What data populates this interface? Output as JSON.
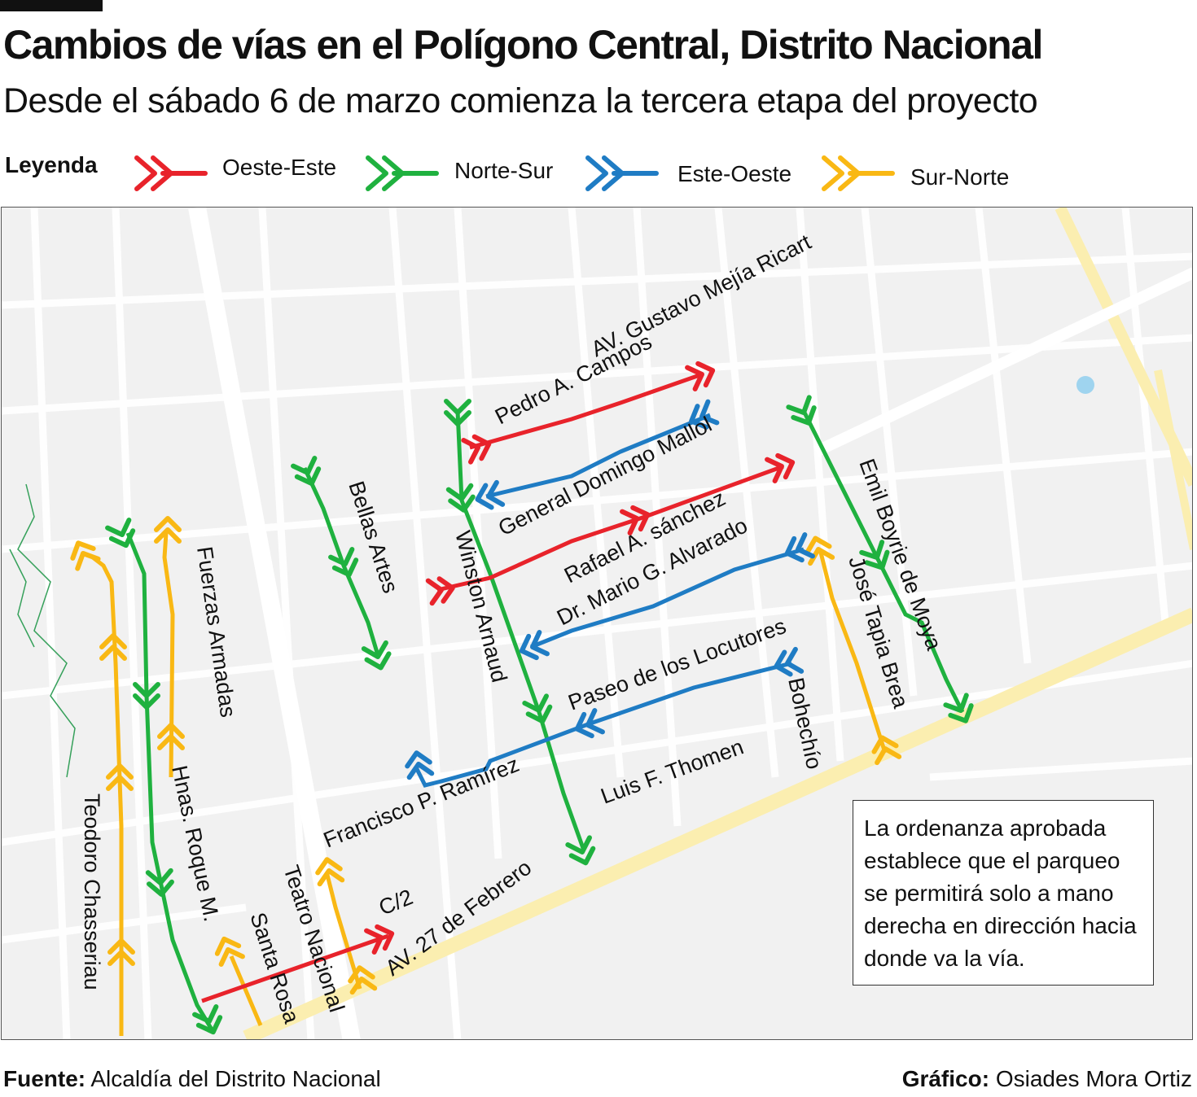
{
  "header": {
    "title": "Cambios de vías en el Polígono Central, Distrito Nacional",
    "subtitle": "Desde el sábado 6 de marzo comienza la tercera etapa del proyecto"
  },
  "legend": {
    "title": "Leyenda",
    "items": [
      {
        "label": "Oeste-Este",
        "color": "#e8232b"
      },
      {
        "label": "Norte-Sur",
        "color": "#1fb13f"
      },
      {
        "label": "Este-Oeste",
        "color": "#1f7cc4"
      },
      {
        "label": "Sur-Norte",
        "color": "#f9b814"
      }
    ]
  },
  "streets": {
    "gustavo": "AV. Gustavo Mejía Ricart",
    "pedro": "Pedro A. Campos",
    "mallol": "General Domingo Mallol",
    "rafael": "Rafael A. sánchez",
    "alvarado": "Dr. Mario G. Alvarado",
    "locutores": "Paseo de los Locutores",
    "thomen": "Luis F. Thomen",
    "francisco": "Francisco P. Ramírez",
    "c2": "C/2",
    "febrero": "AV. 27 de Febrero",
    "bellas": "Bellas Artes",
    "winston": "Winston Arnaud",
    "emil": "Emil Boyrie de Moya",
    "jose": "José Tapia Brea",
    "bohechio": "Bohechío",
    "fuerzas": "Fuerzas Armadas",
    "roque": "Hnas. Roque M.",
    "teodoro": "Teodoro Chasseriau",
    "santa": "Santa Rosa",
    "teatro": "Teatro Nacional"
  },
  "note": "La ordenanza aprobada establece que el parqueo se permitirá solo a mano derecha en dirección hacia donde va la vía.",
  "footer": {
    "source_label": "Fuente:",
    "source": "Alcaldía del Distrito Nacional",
    "credit_label": "Gráfico:",
    "credit": "Osiades Mora Ortiz"
  }
}
